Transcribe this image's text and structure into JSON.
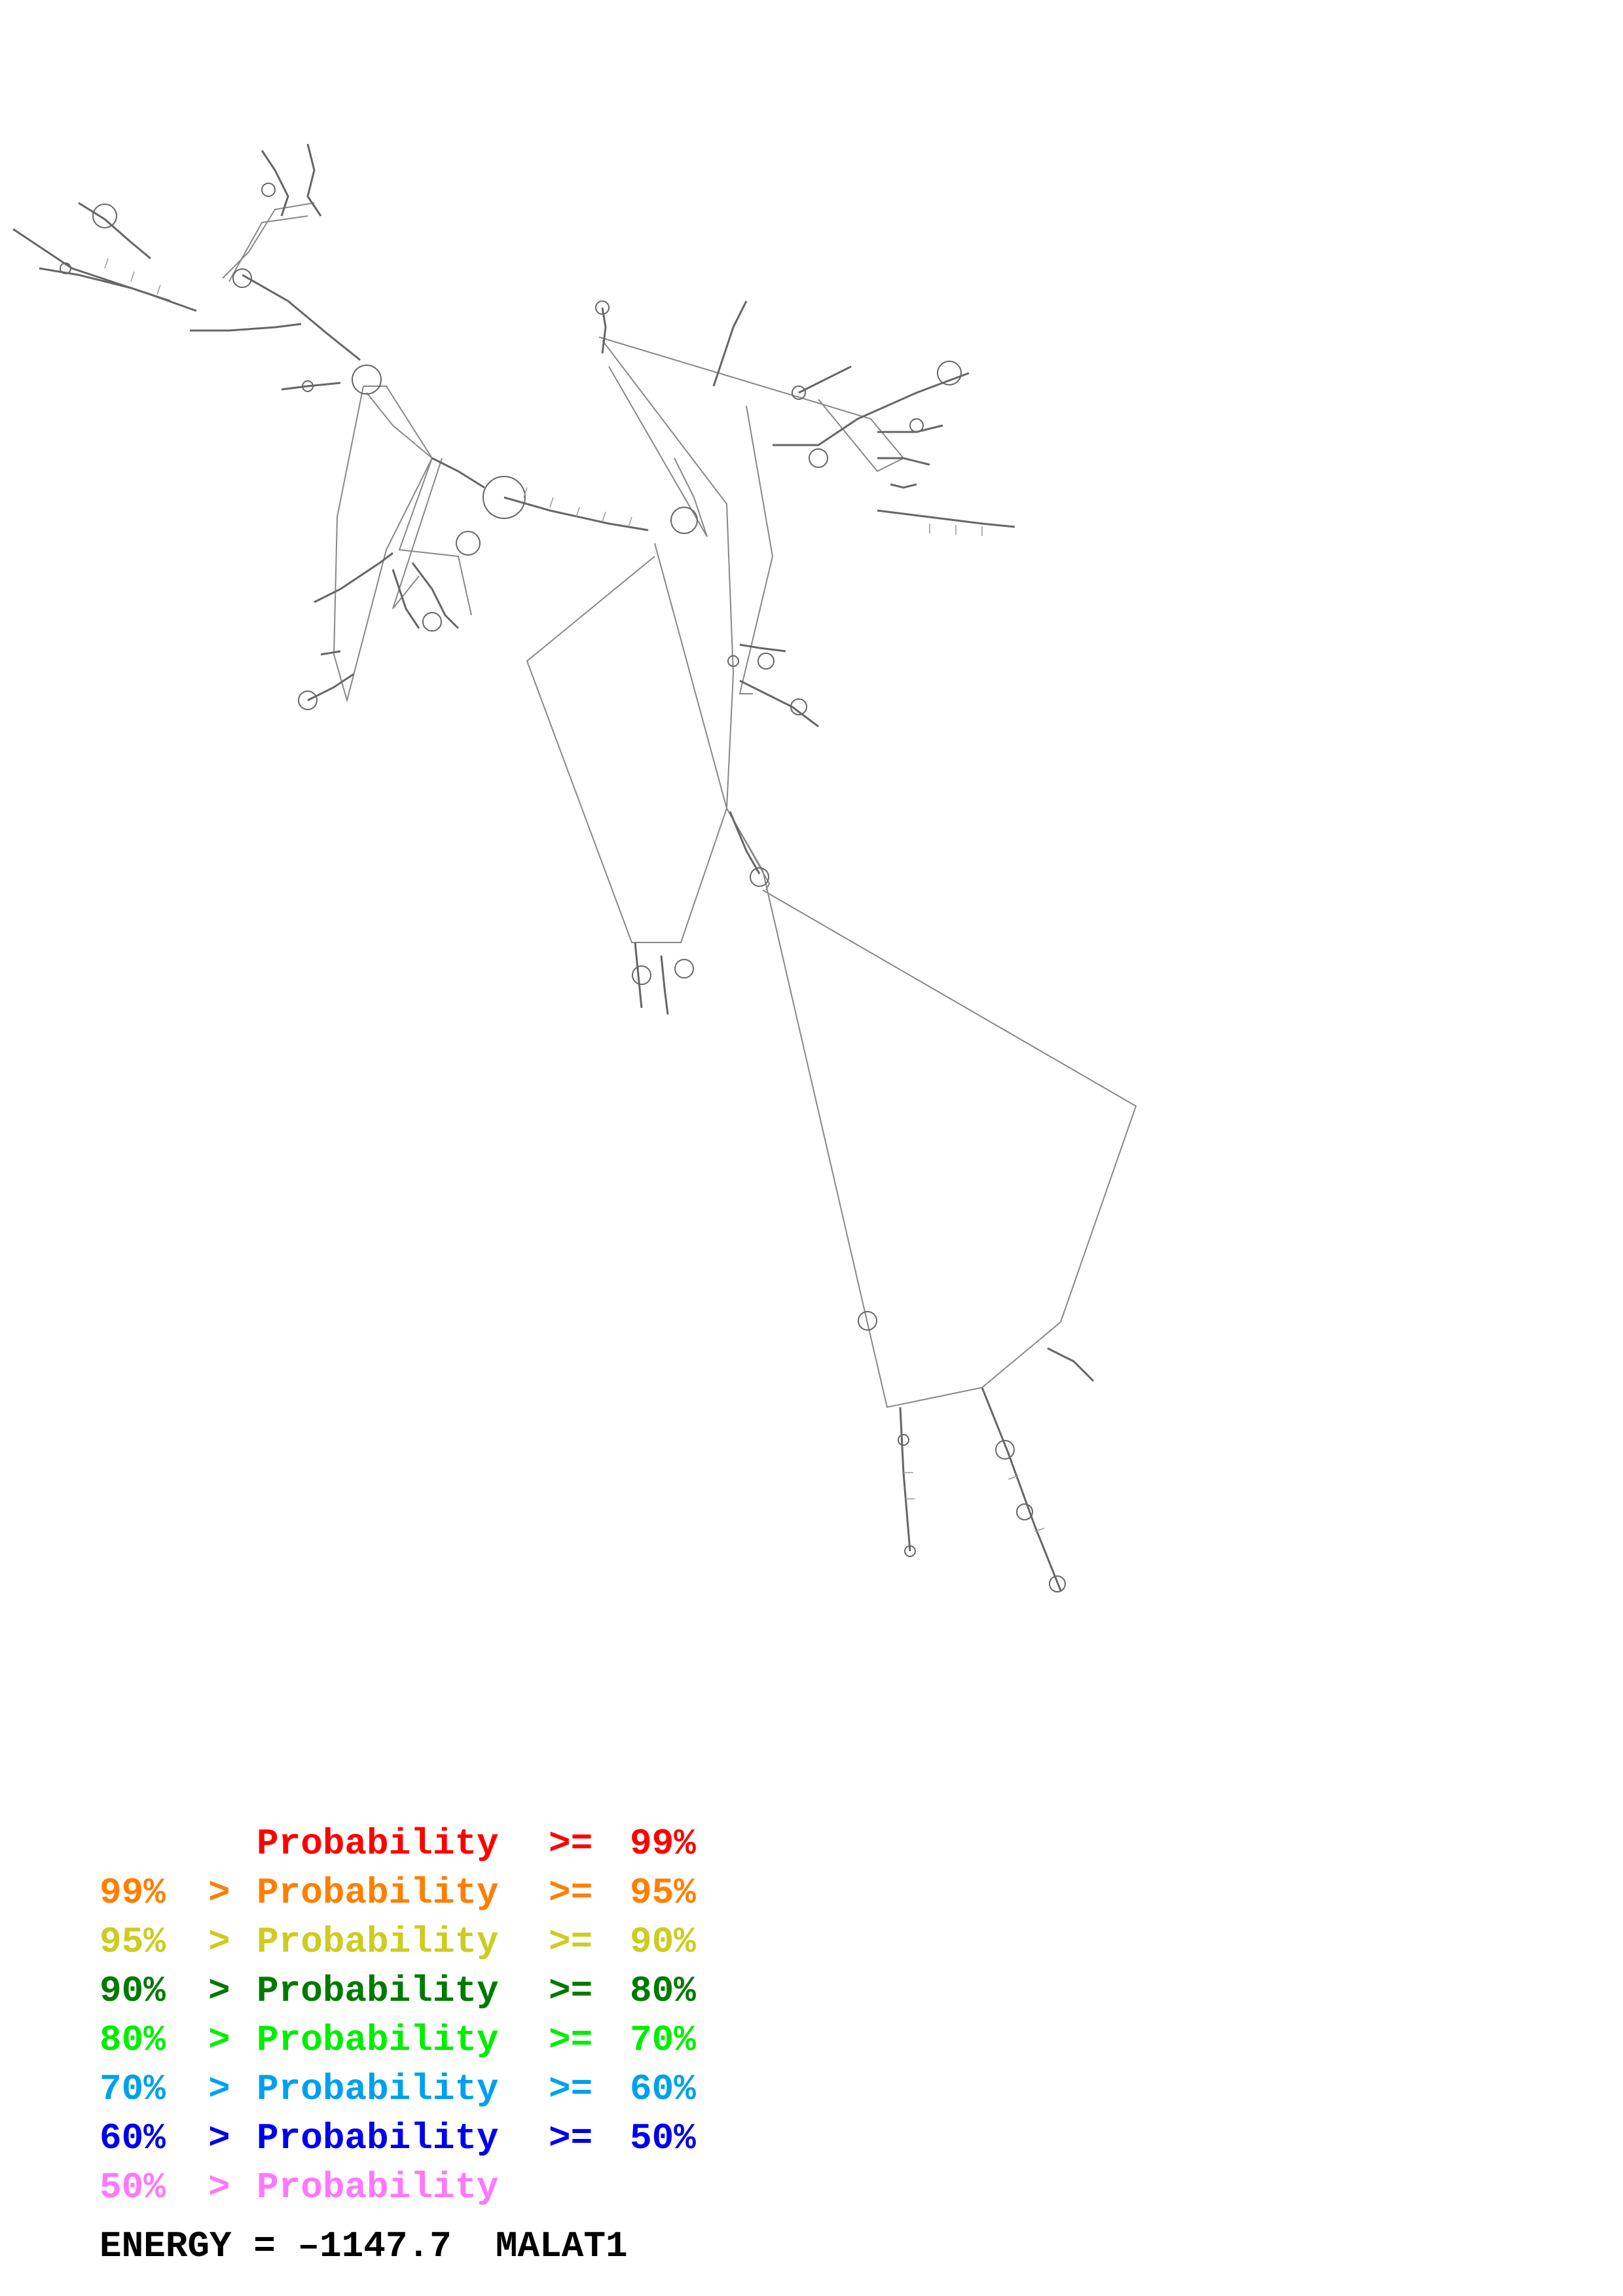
{
  "legend": {
    "rows": [
      {
        "low": "",
        "high": "99%",
        "color": "#ff0000"
      },
      {
        "low": "99%",
        "high": "95%",
        "color": "#ff7f00"
      },
      {
        "low": "95%",
        "high": "90%",
        "color": "#cccc22"
      },
      {
        "low": "90%",
        "high": "80%",
        "color": "#007a00"
      },
      {
        "low": "80%",
        "high": "70%",
        "color": "#00ee00"
      },
      {
        "low": "70%",
        "high": "60%",
        "color": "#00a0ee"
      },
      {
        "low": "60%",
        "high": "50%",
        "color": "#0000ee"
      },
      {
        "low": "50%",
        "high": "",
        "color": "#ff77ff"
      }
    ],
    "word": "Probability",
    "gt_symbol": ">",
    "ge_symbol": ">="
  },
  "footer": {
    "energy_label": "ENERGY = ",
    "energy_value": "–1147.7",
    "sequence_name": "MALAT1"
  },
  "colors": {
    "backbone": "#888888",
    "pair": "#555555",
    "ink": "#000000"
  }
}
